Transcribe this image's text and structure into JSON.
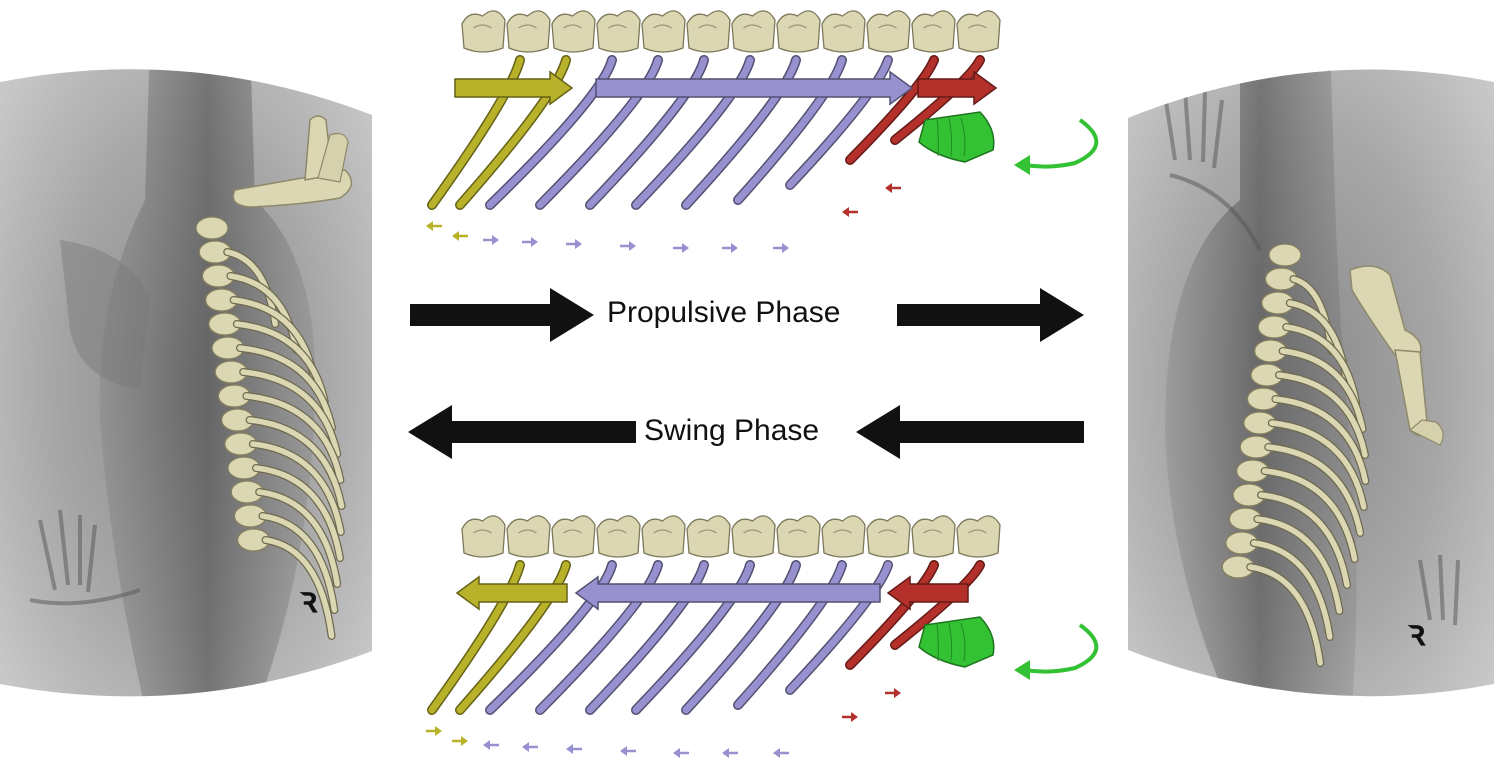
{
  "phases": {
    "propulsive_label": "Propulsive Phase",
    "swing_label": "Swing Phase"
  },
  "colors": {
    "cervical_ribs": "#b8b12a",
    "thoracic_ribs": "#9891d0",
    "pectoral_ribs": "#b4302a",
    "scapula": "#33c233",
    "bone": "#dcd7b3",
    "phase_arrow": "#111111"
  },
  "marker_glyph": "ꝛ"
}
